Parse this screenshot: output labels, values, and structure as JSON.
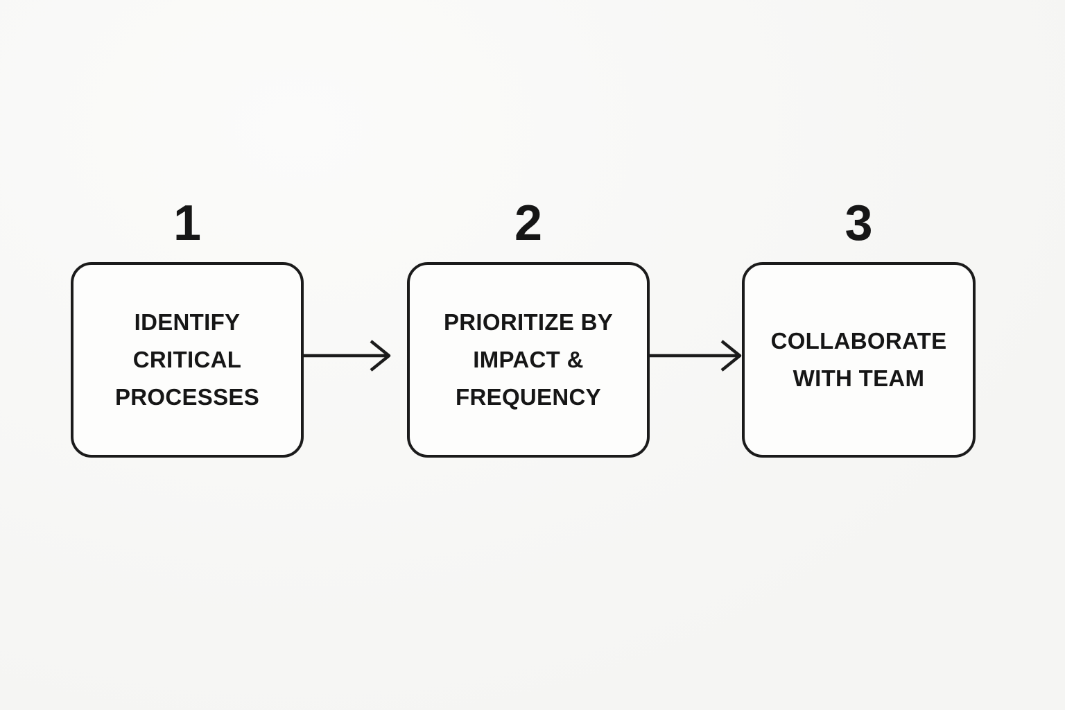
{
  "diagram": {
    "type": "process-flow",
    "direction": "left-to-right",
    "steps": [
      {
        "number": "1",
        "lines": [
          "IDENTIFY",
          "CRITICAL",
          "PROCESSES"
        ]
      },
      {
        "number": "2",
        "lines": [
          "PRIORITIZE BY",
          "IMPACT &",
          "FREQUENCY"
        ]
      },
      {
        "number": "3",
        "lines": [
          "COLLABORATE",
          "WITH TEAM"
        ]
      }
    ],
    "connectors": [
      {
        "from": "1",
        "to": "2",
        "style": "arrow-right"
      },
      {
        "from": "2",
        "to": "3",
        "style": "arrow-right"
      }
    ]
  },
  "colors": {
    "page_bg": "#f5f5f3",
    "page_bg_light": "#fbfbfa",
    "box_border": "#1b1b1b",
    "box_fill": "#fdfdfc",
    "text": "#161616",
    "arrow": "#1b1b1b"
  }
}
